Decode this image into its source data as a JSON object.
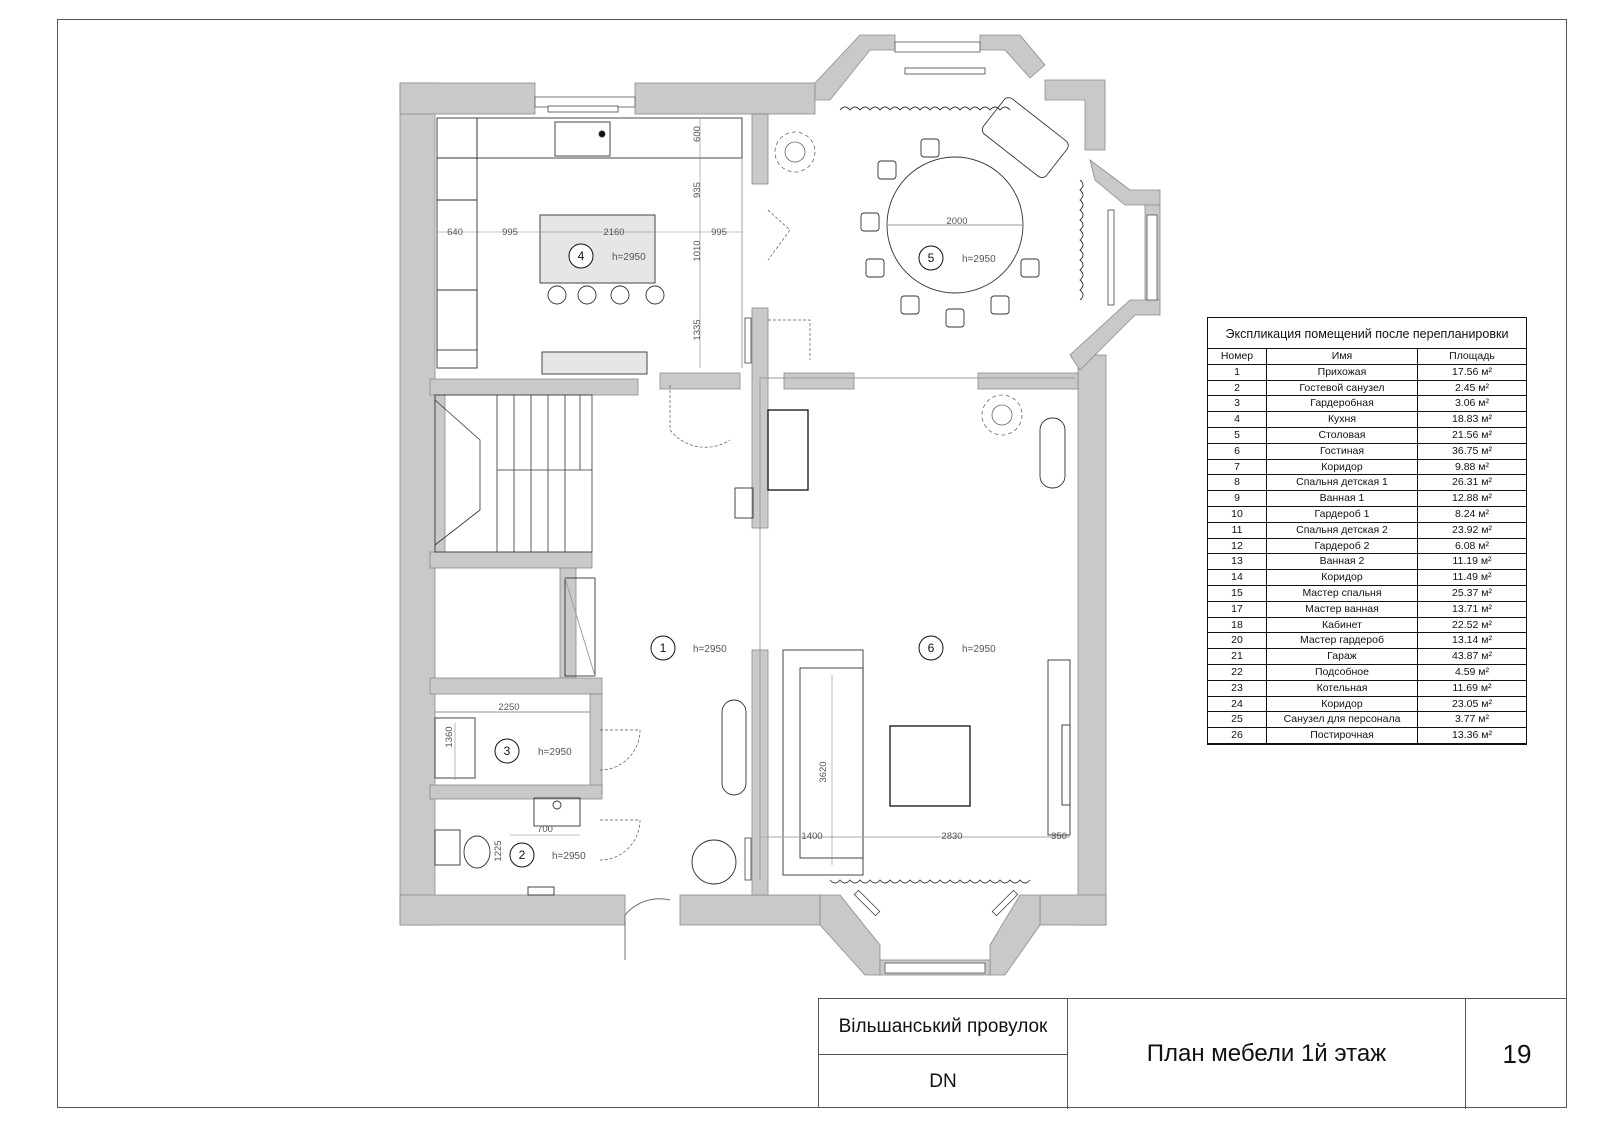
{
  "rooms": [
    {
      "num": "1",
      "height": "h=2950"
    },
    {
      "num": "2",
      "height": "h=2950"
    },
    {
      "num": "3",
      "height": "h=2950"
    },
    {
      "num": "4",
      "height": "h=2950"
    },
    {
      "num": "5",
      "height": "h=2950"
    },
    {
      "num": "6",
      "height": "h=2950"
    }
  ],
  "dimensions": [
    "600",
    "935",
    "640",
    "995",
    "2160",
    "1010",
    "995",
    "1335",
    "2000",
    "2250",
    "1360",
    "700",
    "1225",
    "3620",
    "1400",
    "2830",
    "350"
  ],
  "legend": {
    "title": "Экспликация помещений после перепланировки",
    "headers": [
      "Номер",
      "Имя",
      "Площадь"
    ],
    "rows": [
      [
        "1",
        "Прихожая",
        "17.56 м²"
      ],
      [
        "2",
        "Гостевой санузел",
        "2.45 м²"
      ],
      [
        "3",
        "Гардеробная",
        "3.06 м²"
      ],
      [
        "4",
        "Кухня",
        "18.83 м²"
      ],
      [
        "5",
        "Столовая",
        "21.56 м²"
      ],
      [
        "6",
        "Гостиная",
        "36.75 м²"
      ],
      [
        "7",
        "Коридор",
        "9.88 м²"
      ],
      [
        "8",
        "Спальня детская 1",
        "26.31 м²"
      ],
      [
        "9",
        "Ванная 1",
        "12.88 м²"
      ],
      [
        "10",
        "Гардероб 1",
        "8.24 м²"
      ],
      [
        "11",
        "Спальня детская 2",
        "23.92 м²"
      ],
      [
        "12",
        "Гардероб 2",
        "6.08 м²"
      ],
      [
        "13",
        "Ванная 2",
        "11.19 м²"
      ],
      [
        "14",
        "Коридор",
        "11.49 м²"
      ],
      [
        "15",
        "Мастер спальня",
        "25.37 м²"
      ],
      [
        "17",
        "Мастер ванная",
        "13.71 м²"
      ],
      [
        "18",
        "Кабинет",
        "22.52 м²"
      ],
      [
        "20",
        "Мастер гардероб",
        "13.14 м²"
      ],
      [
        "21",
        "Гараж",
        "43.87 м²"
      ],
      [
        "22",
        "Подсобное",
        "4.59 м²"
      ],
      [
        "23",
        "Котельная",
        "11.69 м²"
      ],
      [
        "24",
        "Коридор",
        "23.05 м²"
      ],
      [
        "25",
        "Санузел для персонала",
        "3.77 м²"
      ],
      [
        "26",
        "Постирочная",
        "13.36 м²"
      ]
    ]
  },
  "title_block": {
    "address": "Вільшанський провулок",
    "code": "DN",
    "title": "План мебели 1й этаж",
    "page": "19"
  },
  "colors": {
    "wall": "#c9c9c9",
    "line": "#222222",
    "thin": "#9a9a9a"
  }
}
